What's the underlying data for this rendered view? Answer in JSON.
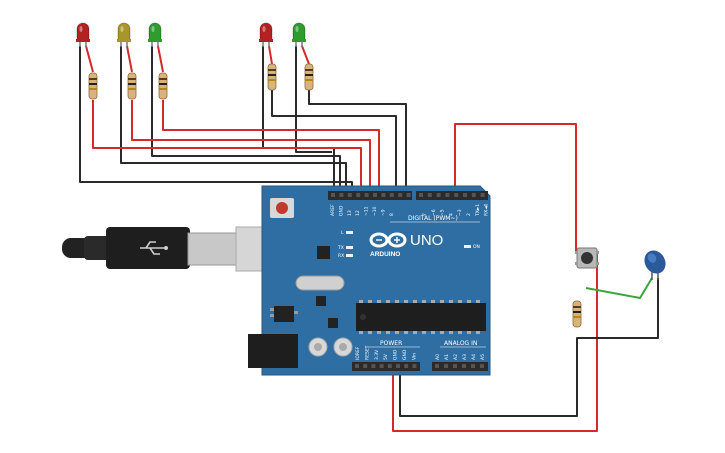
{
  "board": {
    "model": "UNO",
    "brand": "ARDUINO",
    "sections": {
      "digital": "DIGITAL (PWM~)",
      "power": "POWER",
      "analog": "ANALOG IN"
    },
    "leds": {
      "l": "L",
      "tx": "TX",
      "rx": "RX",
      "on": "ON"
    },
    "top_pins": [
      "AREF",
      "GND",
      "13",
      "12",
      "~11",
      "~10",
      "~9",
      "8",
      "7",
      "~6",
      "~5",
      "4",
      "~3",
      "2",
      "TX►1",
      "RX◄0"
    ],
    "power_pins": [
      "IOREF",
      "RESET",
      "3.3V",
      "5V",
      "GND",
      "GND",
      "Vin"
    ],
    "analog_pins": [
      "A0",
      "A1",
      "A2",
      "A3",
      "A4",
      "A5"
    ]
  },
  "leds": [
    {
      "name": "led-red-1",
      "color": "#b32222"
    },
    {
      "name": "led-yellow",
      "color": "#a8962c"
    },
    {
      "name": "led-green-1",
      "color": "#2e9c2e"
    },
    {
      "name": "led-red-2",
      "color": "#b32222"
    },
    {
      "name": "led-green-2",
      "color": "#2e9c2e"
    }
  ],
  "colors": {
    "board": "#2f6ea3",
    "board_dark": "#24577f",
    "wire_red": "#d42a2a",
    "wire_black": "#2a2a2a",
    "wire_green": "#3aa63a",
    "header": "#2b2b2b"
  }
}
